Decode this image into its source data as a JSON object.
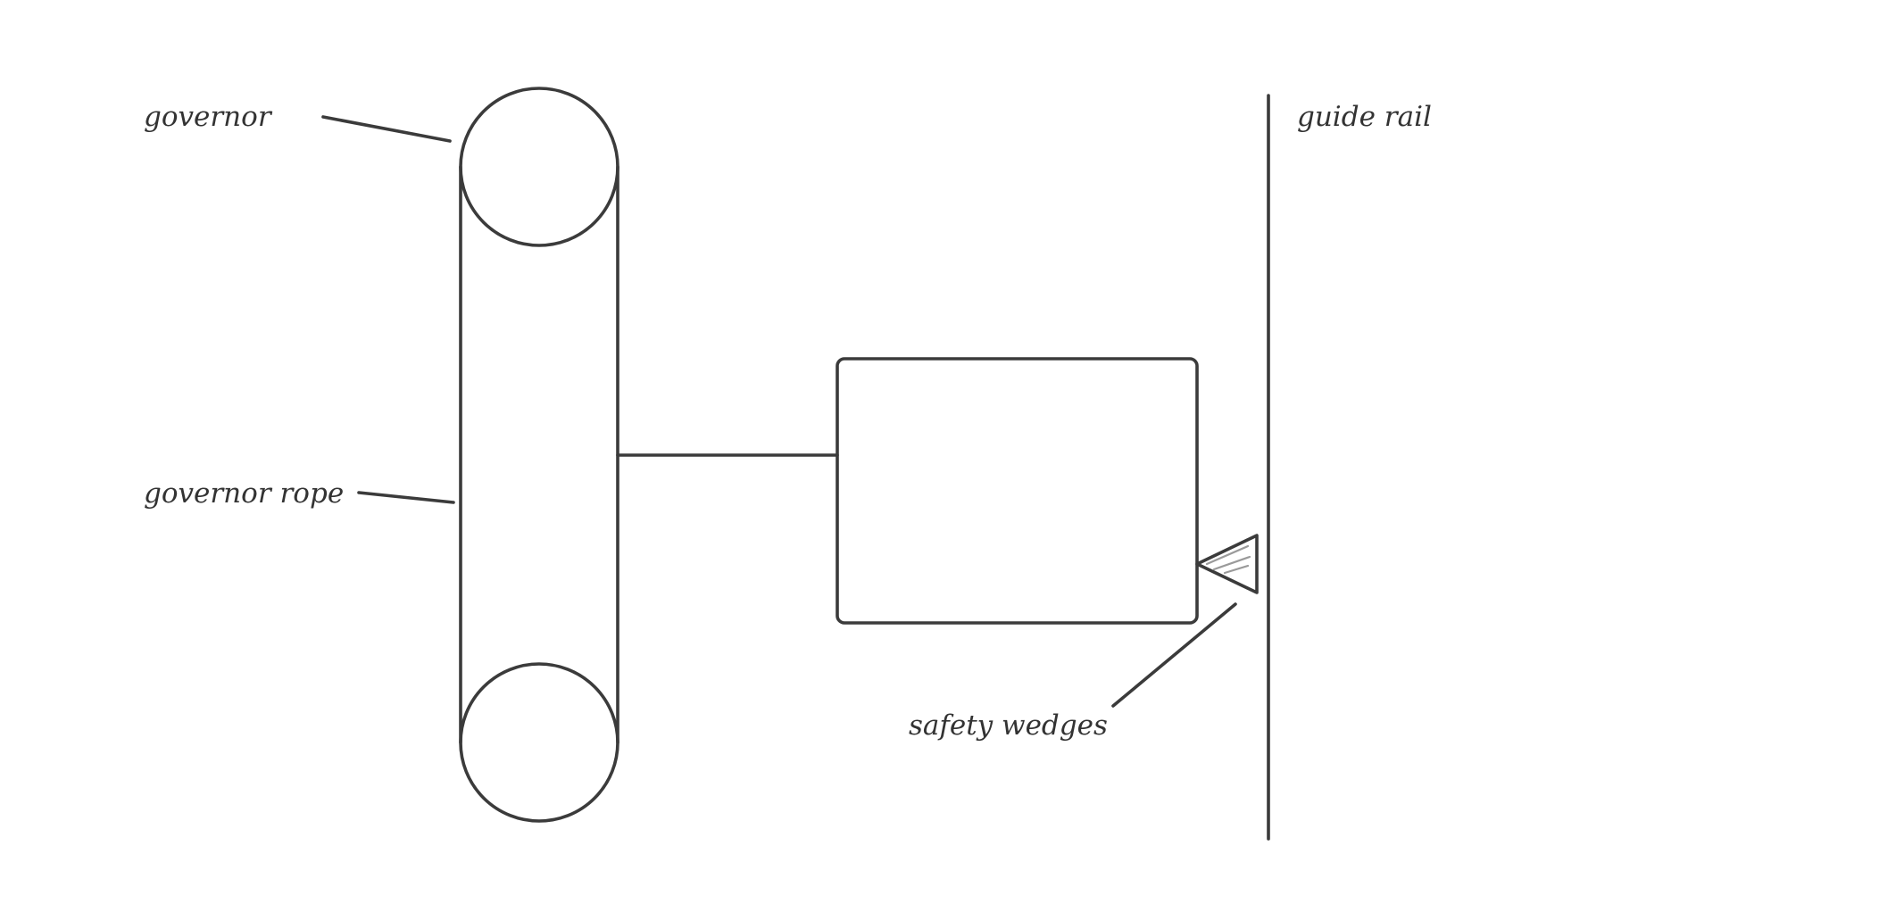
{
  "labels": {
    "governor": "governor",
    "governor_rope": "governor rope",
    "safety_wedges": "safety wedges",
    "guide_rail": "guide rail"
  },
  "colors": {
    "stroke": "#3b3b3b",
    "hatch": "#9a9a9a",
    "text": "#333333",
    "background": "#ffffff"
  }
}
